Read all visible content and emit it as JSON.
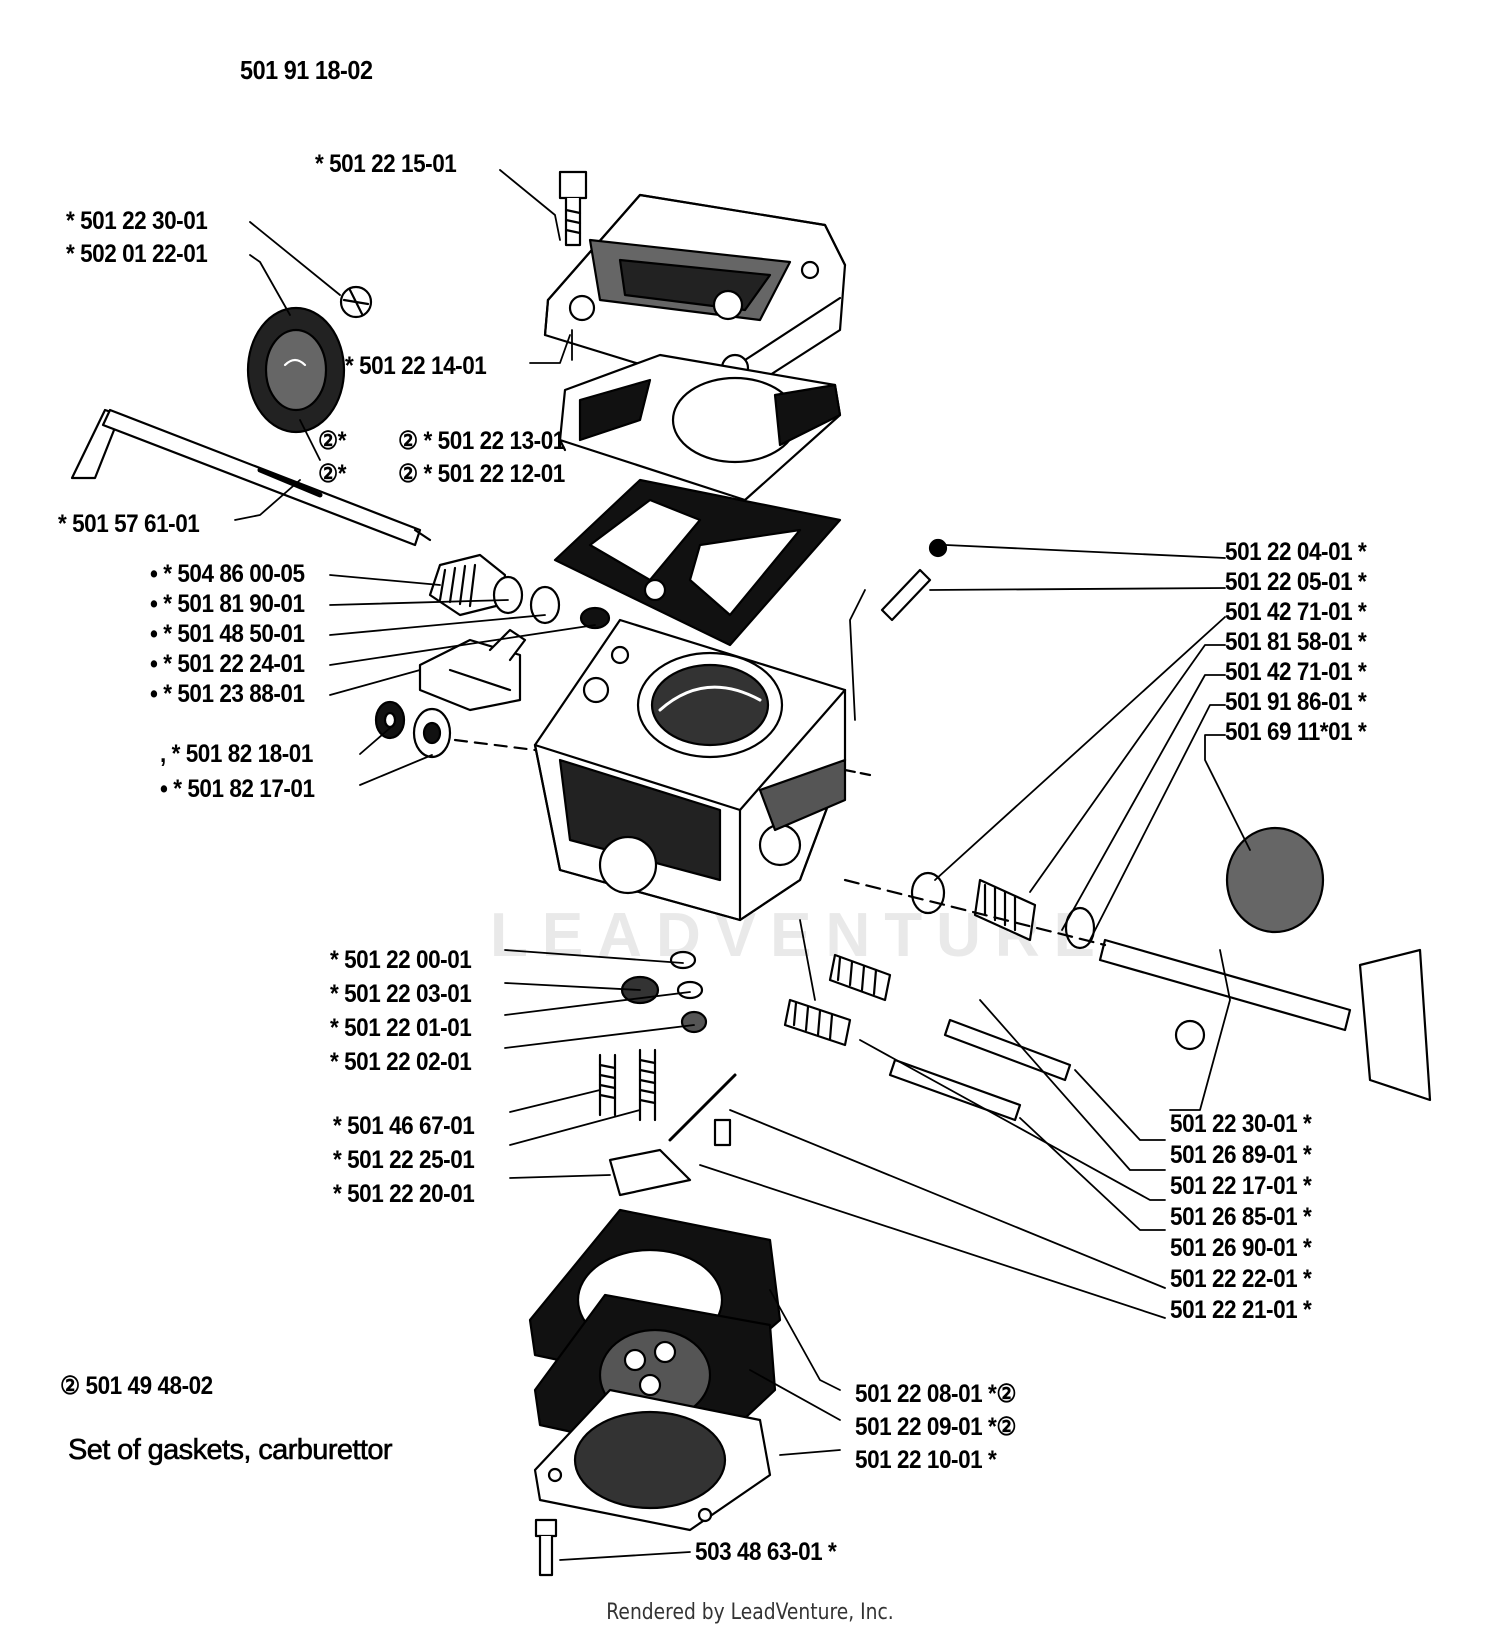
{
  "assembly_number": "501 91 18-02",
  "watermark": "LEADVENTURE",
  "credit": "Rendered by LeadVenture, Inc.",
  "kit": {
    "number": "② 501 49 48-02",
    "description": "Set of gaskets, carburettor"
  },
  "callouts": [
    "* 501 22 15-01",
    "* 501 22 30-01",
    "* 502 01 22-01",
    "* 501 22 14-01",
    "②*",
    "②*",
    "② * 501 22 13-01",
    "② * 501 22 12-01",
    "* 501 57 61-01",
    "• * 504 86 00-05",
    "• * 501 81 90-01",
    "• * 501 48 50-01",
    "• * 501 22 24-01",
    "• * 501 23 88-01",
    ", * 501 82 18-01",
    "• * 501 82 17-01",
    "501 22 04-01 *",
    "501 22 05-01 *",
    "501 42 71-01 *",
    "501 81 58-01 *",
    "501 42 71-01 *",
    "501 91 86-01 *",
    "501 69 11*01 *",
    "* 501 22 00-01",
    "* 501 22 03-01",
    "* 501 22 01-01",
    "* 501 22 02-01",
    "* 501 46 67-01",
    "* 501 22 25-01",
    "* 501 22 20-01",
    "501 22 30-01 *",
    "501 26 89-01 *",
    "501 22 17-01 *",
    "501 26 85-01 *",
    "501 26 90-01 *",
    "501 22 22-01 *",
    "501 22 21-01 *",
    "501 22 08-01 *②",
    "501 22 09-01 *②",
    "501 22 10-01 *",
    "503 48 63-01 *"
  ]
}
